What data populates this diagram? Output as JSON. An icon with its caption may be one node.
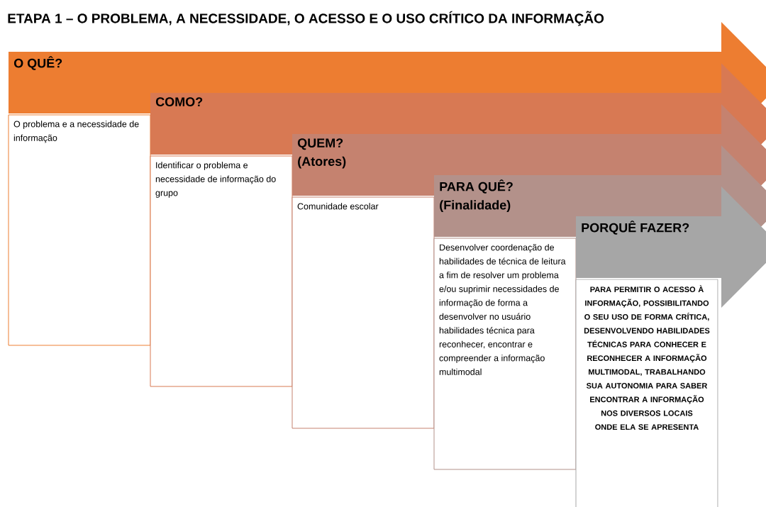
{
  "diagram": {
    "title": "ETAPA 1 – O PROBLEMA, A NECESSIDADE, O ACESSO E O USO CRÍTICO DA INFORMAÇÃO",
    "nodes": [
      {
        "text": [
          "O QUÊ?"
        ]
      },
      {
        "text": [
          "O problema e a necessidade de informação"
        ]
      },
      {
        "text": [
          "COMO?"
        ]
      },
      {
        "text": [
          "Identificar o problema e necessidade de informação do grupo"
        ]
      },
      {
        "text": [
          "QUEM?",
          "(Atores)"
        ]
      },
      {
        "text": [
          "Comunidade escolar"
        ]
      },
      {
        "text": [
          "PARA QUÊ?",
          "(Finalidade)"
        ]
      },
      {
        "text": [
          "Desenvolver coordenação de habilidades de técnica de leitura a fim de resolver um problema e/ou suprimir necessidades de informação de forma a desenvolver no usuário habilidades técnica para reconhecer, encontrar e compreender a informação multimodal"
        ]
      },
      {
        "text": [
          "PORQUÊ FAZER?"
        ]
      },
      {
        "text": [
          "PARA PERMITIR O ACESSO À INFORMAÇÃO, POSSIBILITANDO O SEU USO DE FORMA CRÍTICA, DESENVOLVENDO HABILIDADES TÉCNICAS PARA CONHECER E RECONHECER A INFORMAÇÃO MULTIMODAL, TRABALHANDO SUA AUTONOMIA PARA SABER ENCONTRAR A INFORMAÇÃO NOS DIVERSOS LOCAIS ONDE ELA SE APRESENTA"
        ]
      }
    ],
    "edges": []
  }
}
